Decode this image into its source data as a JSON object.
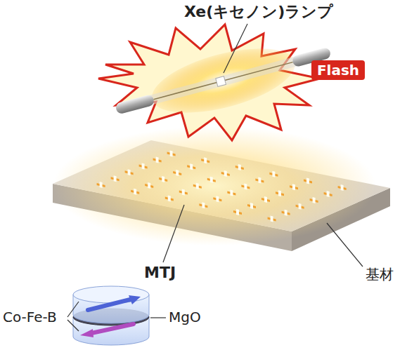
{
  "diagram": {
    "nodes": [
      {
        "text": [
          "Flash"
        ]
      }
    ],
    "labels": [
      "Xe(キセノン)ランプ",
      "MTJ",
      "基材",
      "Co-Fe-B",
      "MgO"
    ]
  }
}
